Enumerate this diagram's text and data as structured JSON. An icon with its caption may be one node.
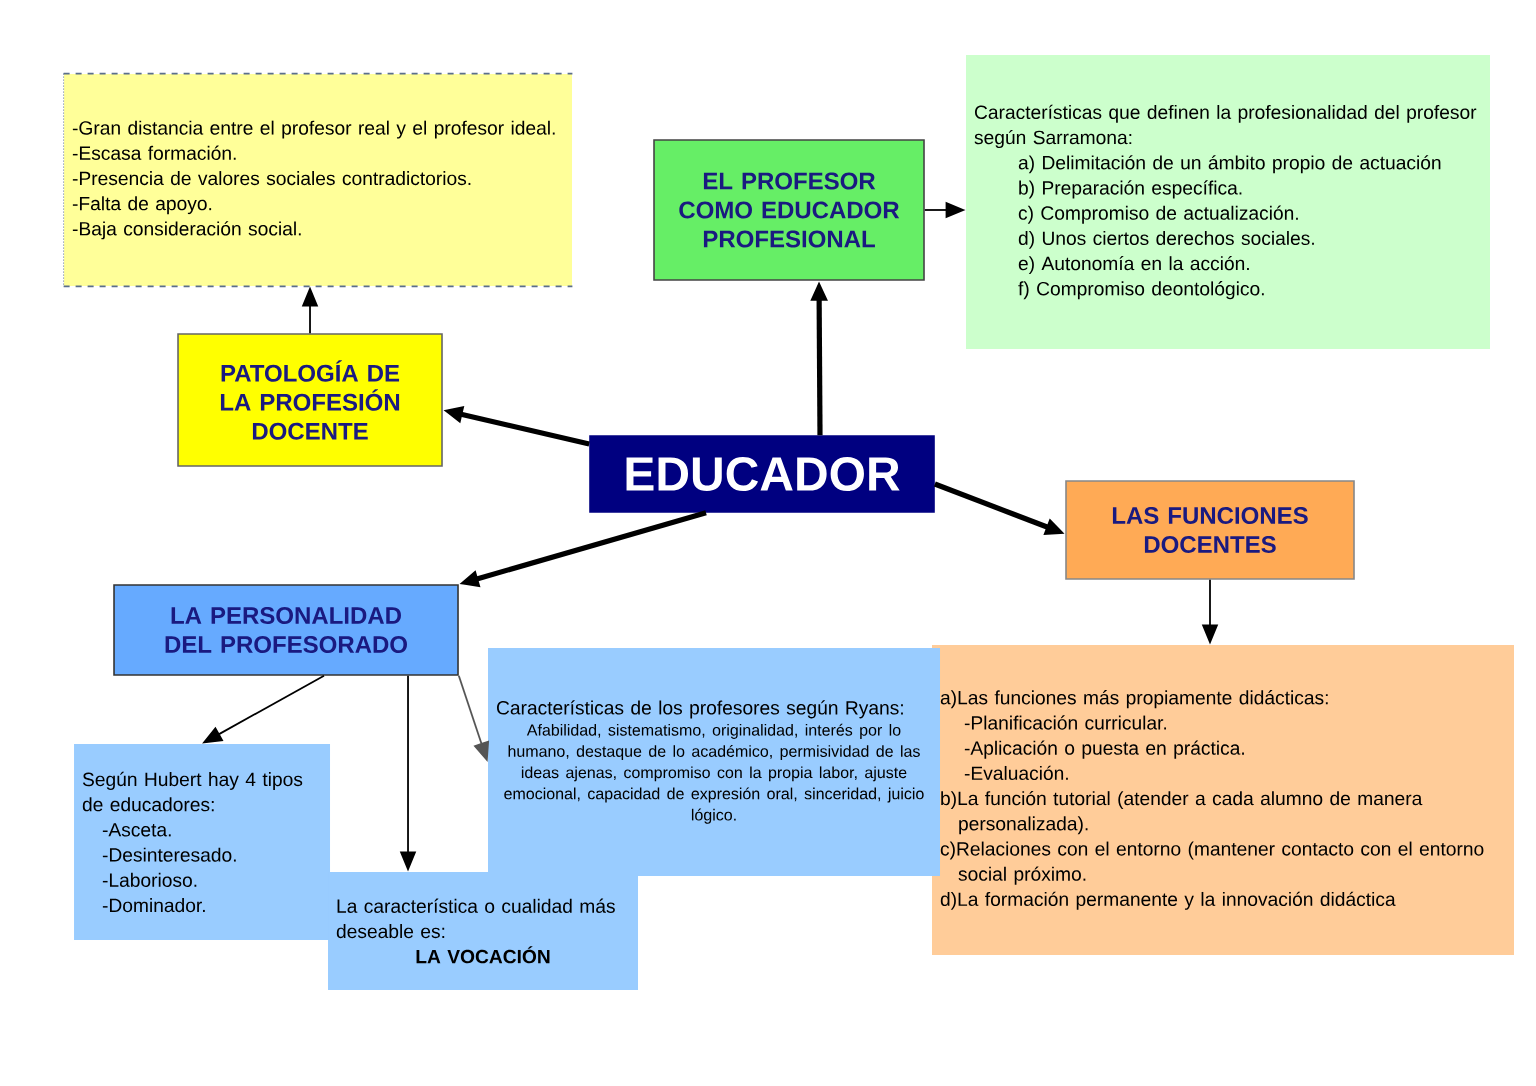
{
  "diagram": {
    "nodes": [
      {
        "text": [
          "EDUCADOR"
        ]
      },
      {
        "text": [
          "EL PROFESOR COMO EDUCADOR PROFESIONAL"
        ]
      },
      {
        "text": [
          "Características que definen la profesionalidad del profesor según Sarramona:",
          "a) Delimitación de un ámbito propio de actuación",
          "b) Preparación específica.",
          "c) Compromiso de actualización.",
          "d) Unos ciertos derechos sociales.",
          "e) Autonomía en la acción.",
          "f) Compromiso deontológico."
        ]
      },
      {
        "text": [
          "PATOLOGÍA DE LA PROFESIÓN DOCENTE"
        ]
      },
      {
        "text": [
          "-Gran distancia entre el profesor real y el profesor ideal.",
          "-Escasa formación.",
          "-Presencia de valores sociales contradictorios.",
          "-Falta de apoyo.",
          "-Baja consideración social."
        ]
      },
      {
        "text": [
          "LAS FUNCIONES DOCENTES"
        ]
      },
      {
        "text": [
          "a)Las funciones más propiamente didácticas:",
          "-Planificación curricular.",
          "-Aplicación o puesta en práctica.",
          "-Evaluación.",
          "b)La función tutorial (atender a cada alumno de manera personalizada).",
          "c)Relaciones con el entorno (mantener contacto con el entorno social próximo.",
          "d)La formación permanente y la innovación didáctica"
        ]
      },
      {
        "text": [
          "LA PERSONALIDAD DEL PROFESORADO"
        ]
      },
      {
        "text": [
          "Según Hubert hay 4 tipos de educadores:",
          "-Asceta.",
          "-Desinteresado.",
          "-Laborioso.",
          "-Dominador."
        ]
      },
      {
        "text": [
          "Características de los profesores según Ryans:",
          "Afabilidad, sistematismo, originalidad, interés por lo humano, destaque de lo académico, permisividad de las ideas ajenas, compromiso con la propia labor, ajuste emocional, capacidad de expresión oral, sinceridad, juicio lógico."
        ]
      },
      {
        "text": [
          "La característica o cualidad más deseable es:",
          "LA VOCACIÓN"
        ]
      }
    ],
    "edges": [
      {
        "from": 0,
        "to": 1,
        "arrow": "to",
        "style": "thick"
      },
      {
        "from": 1,
        "to": 2,
        "arrow": "to"
      },
      {
        "from": 0,
        "to": 3,
        "arrow": "to",
        "style": "thick"
      },
      {
        "from": 3,
        "to": 4,
        "arrow": "to"
      },
      {
        "from": 0,
        "to": 5,
        "arrow": "to",
        "style": "thick"
      },
      {
        "from": 5,
        "to": 6,
        "arrow": "to"
      },
      {
        "from": 0,
        "to": 7,
        "arrow": "to",
        "style": "thick"
      },
      {
        "from": 7,
        "to": 8,
        "arrow": "to"
      },
      {
        "from": 7,
        "to": 9,
        "arrow": "to",
        "color": "#555555"
      },
      {
        "from": 7,
        "to": 10,
        "arrow": "to"
      }
    ]
  }
}
